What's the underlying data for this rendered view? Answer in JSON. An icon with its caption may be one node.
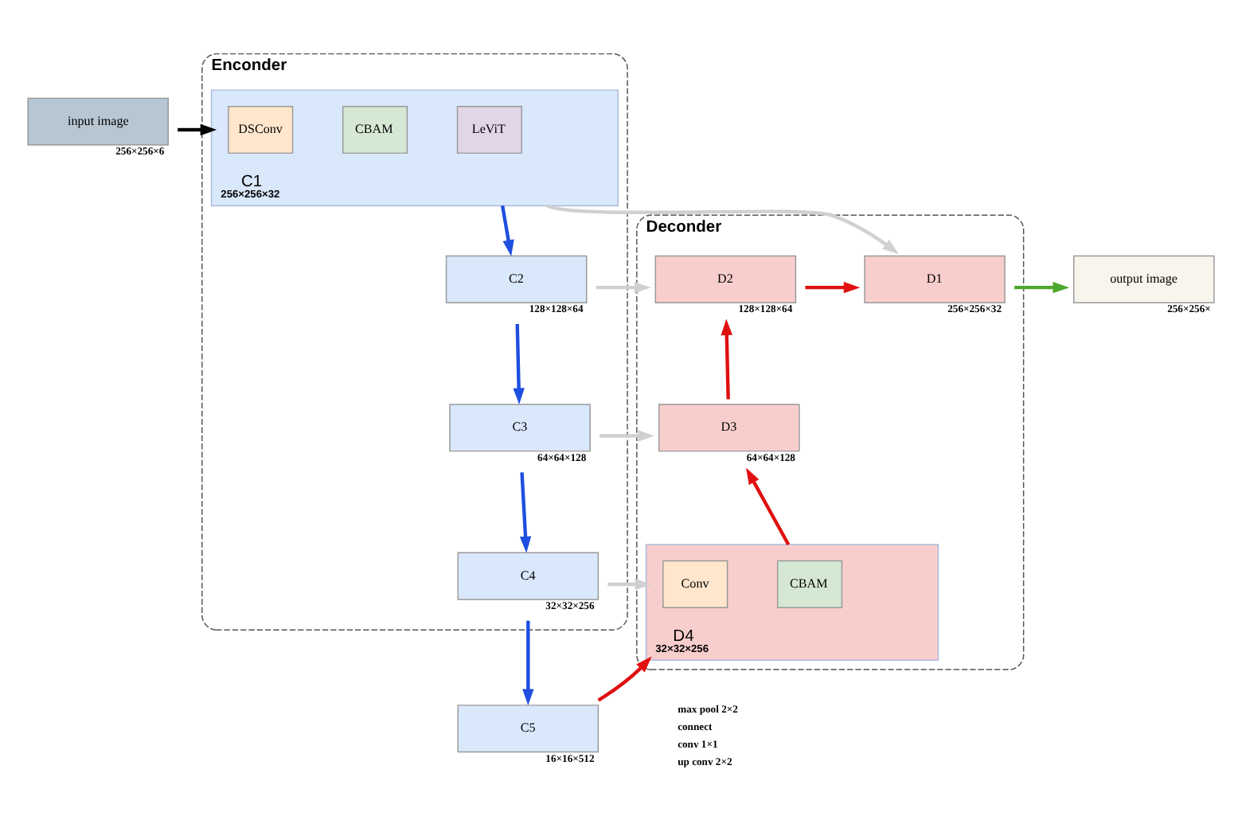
{
  "diagram": {
    "nodes": [
      {
        "text": [
          "Enconder"
        ]
      },
      {
        "text": [
          "C1"
        ],
        "in": 0,
        "beside": [
          "256×256×32"
        ]
      },
      {
        "text": [
          "DSConv"
        ],
        "in": 1
      },
      {
        "text": [
          "CBAM"
        ],
        "in": 1
      },
      {
        "text": [
          "LeViT"
        ],
        "in": 1
      },
      {
        "text": [
          "C2"
        ],
        "in": 0,
        "beside": [
          "128×128×64"
        ]
      },
      {
        "text": [
          "C3"
        ],
        "in": 0,
        "beside": [
          "64×64×128"
        ]
      },
      {
        "text": [
          "C4"
        ],
        "in": 0,
        "beside": [
          "32×32×256"
        ]
      },
      {
        "text": [
          "Deconder"
        ]
      },
      {
        "text": [
          "D1"
        ],
        "in": 8,
        "beside": [
          "256×256×32"
        ]
      },
      {
        "text": [
          "D2"
        ],
        "in": 8,
        "beside": [
          "128×128×64"
        ]
      },
      {
        "text": [
          "D3"
        ],
        "in": 8,
        "beside": [
          "64×64×128"
        ]
      },
      {
        "text": [
          "D4"
        ],
        "in": 8,
        "beside": [
          "32×32×256"
        ]
      },
      {
        "text": [
          "Conv"
        ],
        "in": 12
      },
      {
        "text": [
          "CBAM"
        ],
        "in": 12
      },
      {
        "text": [
          "input image"
        ],
        "beside": [
          "256×256×6"
        ]
      },
      {
        "text": [
          "output image"
        ],
        "beside": [
          "256×256×"
        ]
      },
      {
        "text": [
          "C5"
        ],
        "beside": [
          "16×16×512"
        ]
      }
    ],
    "edges": [
      {
        "from": 15,
        "to": 1,
        "arrow": "to",
        "color": "#000000"
      },
      {
        "from": 1,
        "to": 5,
        "arrow": "to",
        "color": "#1f4fe0"
      },
      {
        "from": 5,
        "to": 6,
        "arrow": "to",
        "color": "#1f4fe0"
      },
      {
        "from": 6,
        "to": 7,
        "arrow": "to",
        "color": "#1f4fe0"
      },
      {
        "from": 7,
        "to": 17,
        "arrow": "to",
        "color": "#1f4fe0"
      },
      {
        "from": 1,
        "to": 9,
        "arrow": "to",
        "color": "#d0d0d0"
      },
      {
        "from": 5,
        "to": 10,
        "arrow": "to",
        "color": "#d0d0d0"
      },
      {
        "from": 6,
        "to": 11,
        "arrow": "to",
        "color": "#d0d0d0"
      },
      {
        "from": 7,
        "to": 12,
        "arrow": "to",
        "color": "#d0d0d0"
      },
      {
        "from": 17,
        "to": 12,
        "arrow": "to",
        "color": "#e01010"
      },
      {
        "from": 12,
        "to": 11,
        "arrow": "to",
        "color": "#e01010"
      },
      {
        "from": 11,
        "to": 10,
        "arrow": "to",
        "color": "#e01010"
      },
      {
        "from": 10,
        "to": 9,
        "arrow": "to",
        "color": "#e01010"
      },
      {
        "from": 9,
        "to": 16,
        "arrow": "to",
        "color": "#4ea72e"
      }
    ],
    "legend": [
      {
        "text": "max pool 2×2"
      },
      {
        "text": "connect"
      },
      {
        "text": "conv 1×1"
      },
      {
        "text": "up conv 2×2"
      }
    ]
  }
}
